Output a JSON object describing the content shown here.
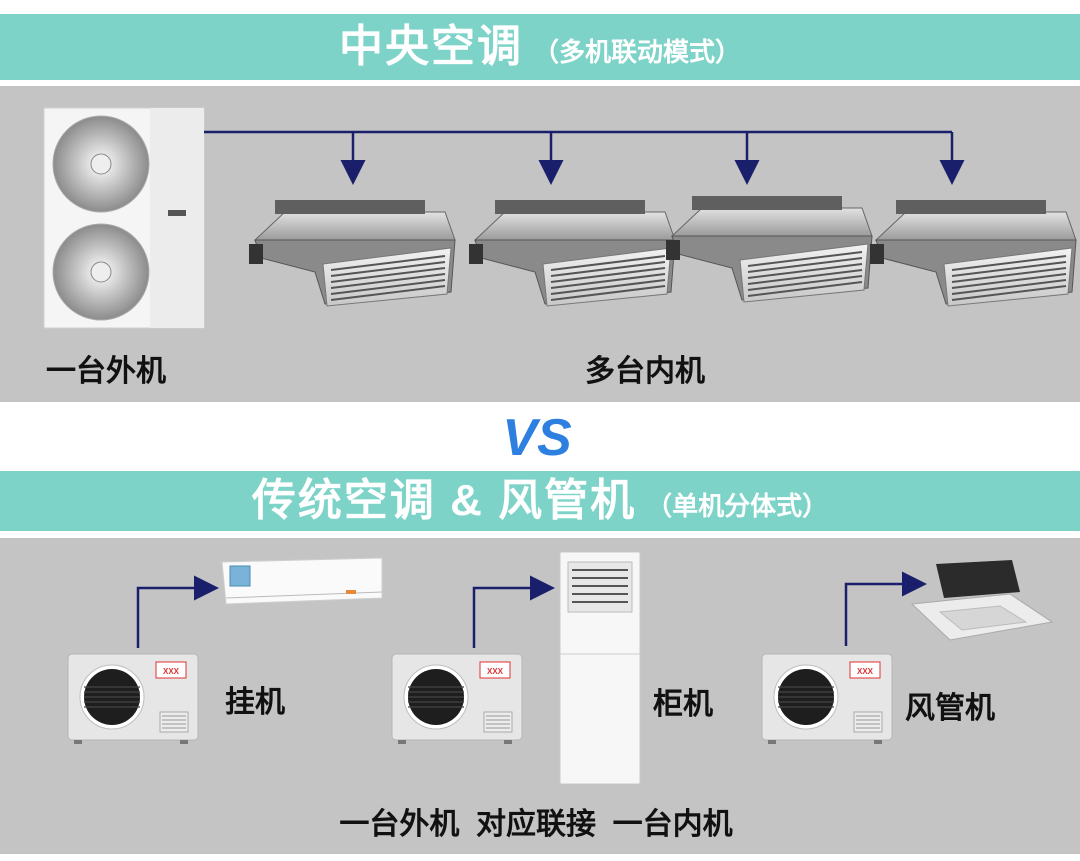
{
  "top_section": {
    "title": "中央空调",
    "subtitle": "（多机联动模式）",
    "outdoor_label": "一台外机",
    "indoor_label": "多台内机"
  },
  "vs_label": "VS",
  "bottom_section": {
    "title": "传统空调 & 风管机",
    "subtitle": "（单机分体式）",
    "units": [
      {
        "name": "挂机",
        "icon": "wall-mounted-ac-icon",
        "outdoor_badge": "XXX"
      },
      {
        "name": "柜机",
        "icon": "floor-standing-ac-icon",
        "outdoor_badge": "XXX"
      },
      {
        "name": "风管机",
        "icon": "ceiling-cassette-ac-icon",
        "outdoor_badge": "XXX"
      }
    ],
    "caption": "一台外机  对应联接  一台内机"
  },
  "colors": {
    "banner": "#7dd3c8",
    "panel": "#c4c4c4",
    "arrow": "#1a1f6b"
  }
}
